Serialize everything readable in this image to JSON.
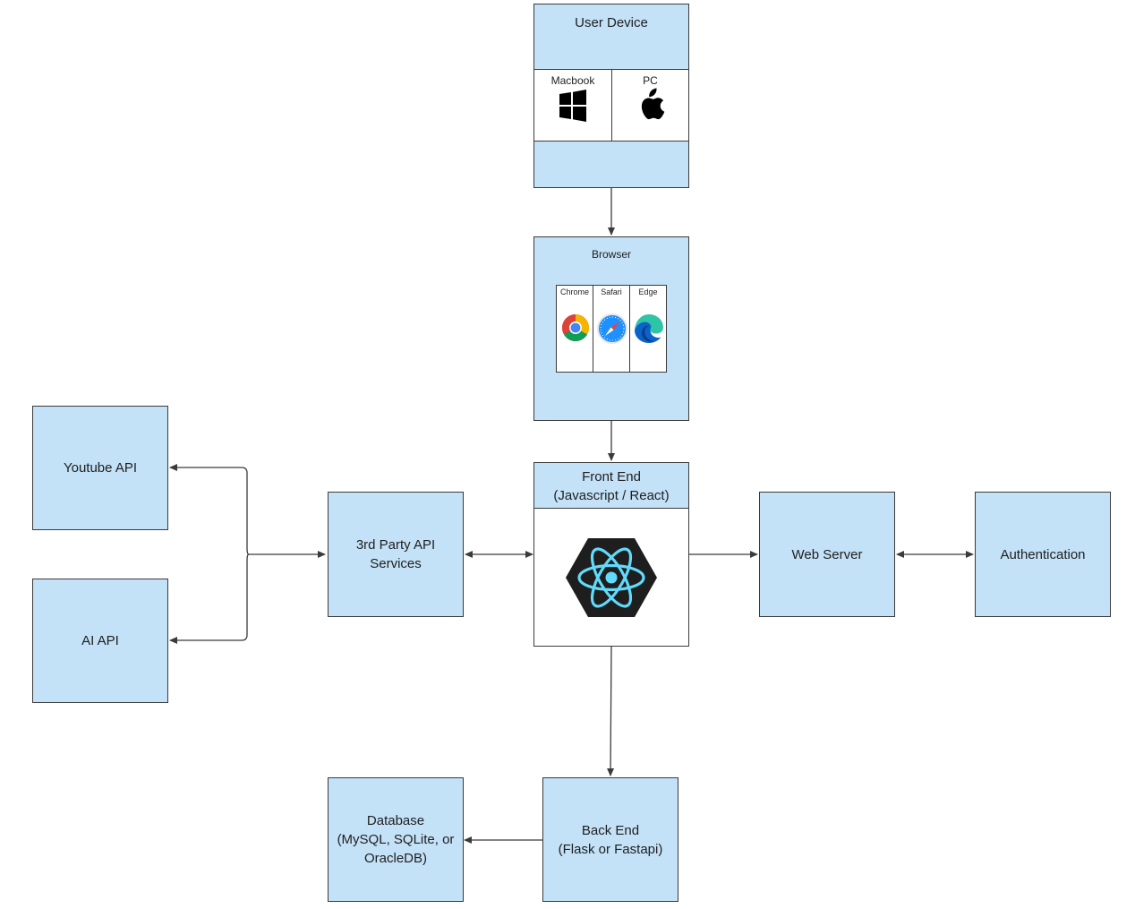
{
  "nodes": {
    "user_device": {
      "title": "User Device",
      "macbook_label": "Macbook",
      "pc_label": "PC"
    },
    "browser": {
      "title": "Browser",
      "chrome_label": "Chrome",
      "safari_label": "Safari",
      "edge_label": "Edge"
    },
    "front_end": {
      "line1": "Front End",
      "line2": "(Javascript / React)"
    },
    "third_party": {
      "line1": "3rd Party API",
      "line2": "Services"
    },
    "youtube_api": {
      "label": "Youtube API"
    },
    "ai_api": {
      "label": "AI API"
    },
    "web_server": {
      "label": "Web Server"
    },
    "authentication": {
      "label": "Authentication"
    },
    "back_end": {
      "line1": "Back End",
      "line2": "(Flask or Fastapi)"
    },
    "database": {
      "line1": "Database",
      "line2": "(MySQL, SQLite, or",
      "line3": "OracleDB)"
    }
  },
  "icons": {
    "macbook_cell": "windows-logo-icon",
    "pc_cell": "apple-logo-icon",
    "chrome": "chrome-icon",
    "safari": "safari-icon",
    "edge": "edge-icon",
    "react": "react-logo-icon"
  },
  "colors": {
    "box_fill": "#c3e1f7",
    "border": "#3b3b3b",
    "react_atom": "#61dafb",
    "react_hex": "#1e1e1e"
  }
}
